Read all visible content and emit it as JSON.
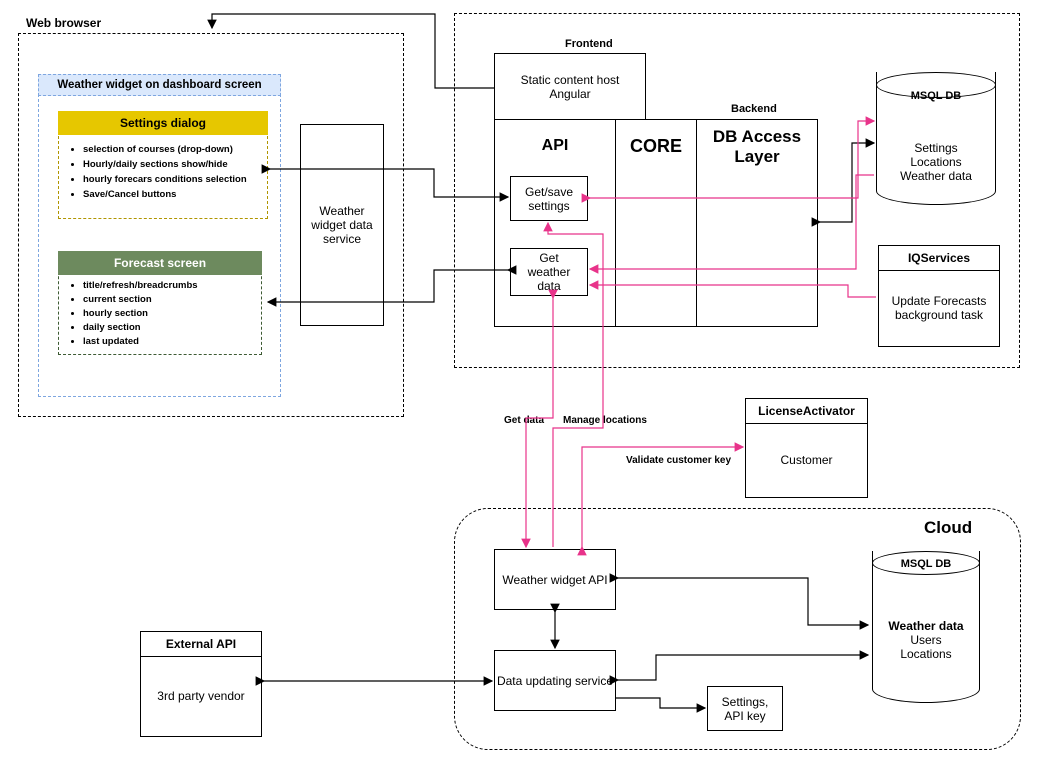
{
  "web_browser": {
    "title": "Web browser",
    "widget_title": "Weather widget on dashboard screen",
    "settings_dialog": {
      "title": "Settings dialog",
      "items": [
        "selection of courses (drop-down)",
        "Hourly/daily sections show/hide",
        "hourly forecars conditions selection",
        "Save/Cancel buttons"
      ]
    },
    "forecast_screen": {
      "title": "Forecast screen",
      "items": [
        "title/refresh/breadcrumbs",
        "current section",
        "hourly section",
        "daily section",
        "last updated"
      ]
    },
    "data_service": "Weather widget data service"
  },
  "server": {
    "frontend_label": "Frontend",
    "static_host_line1": "Static content host",
    "static_host_line2": "Angular",
    "backend_label": "Backend",
    "api": "API",
    "core": "CORE",
    "db_access": "DB Access Layer",
    "get_save_settings": "Get/save settings",
    "get_weather_data": "Get weather data"
  },
  "msql_db_top": {
    "title": "MSQL DB",
    "lines": [
      "Settings",
      "Locations",
      "Weather data"
    ]
  },
  "iqservices": {
    "title": "IQServices",
    "body": "Update Forecasts background task"
  },
  "connections": {
    "get_data": "Get data",
    "manage_locations": "Manage locations",
    "validate_customer_key": "Validate customer key"
  },
  "license_activator": {
    "title": "LicenseActivator",
    "body": "Customer"
  },
  "cloud": {
    "title": "Cloud",
    "weather_widget_api": "Weather widget API",
    "data_updating_service": "Data updating service",
    "settings_api_key": "Settings, API key",
    "msql_db": {
      "title": "MSQL DB",
      "line_bold": "Weather data",
      "lines": [
        "Users",
        "Locations"
      ]
    }
  },
  "external_api": {
    "title": "External API",
    "body": "3rd party vendor"
  },
  "colors": {
    "pink": "#e8338a",
    "settings_yellow": "#e6c700",
    "forecast_green": "#6d8a5e",
    "widget_blue": "#dae8fc",
    "widget_border": "#7ea6e0"
  }
}
